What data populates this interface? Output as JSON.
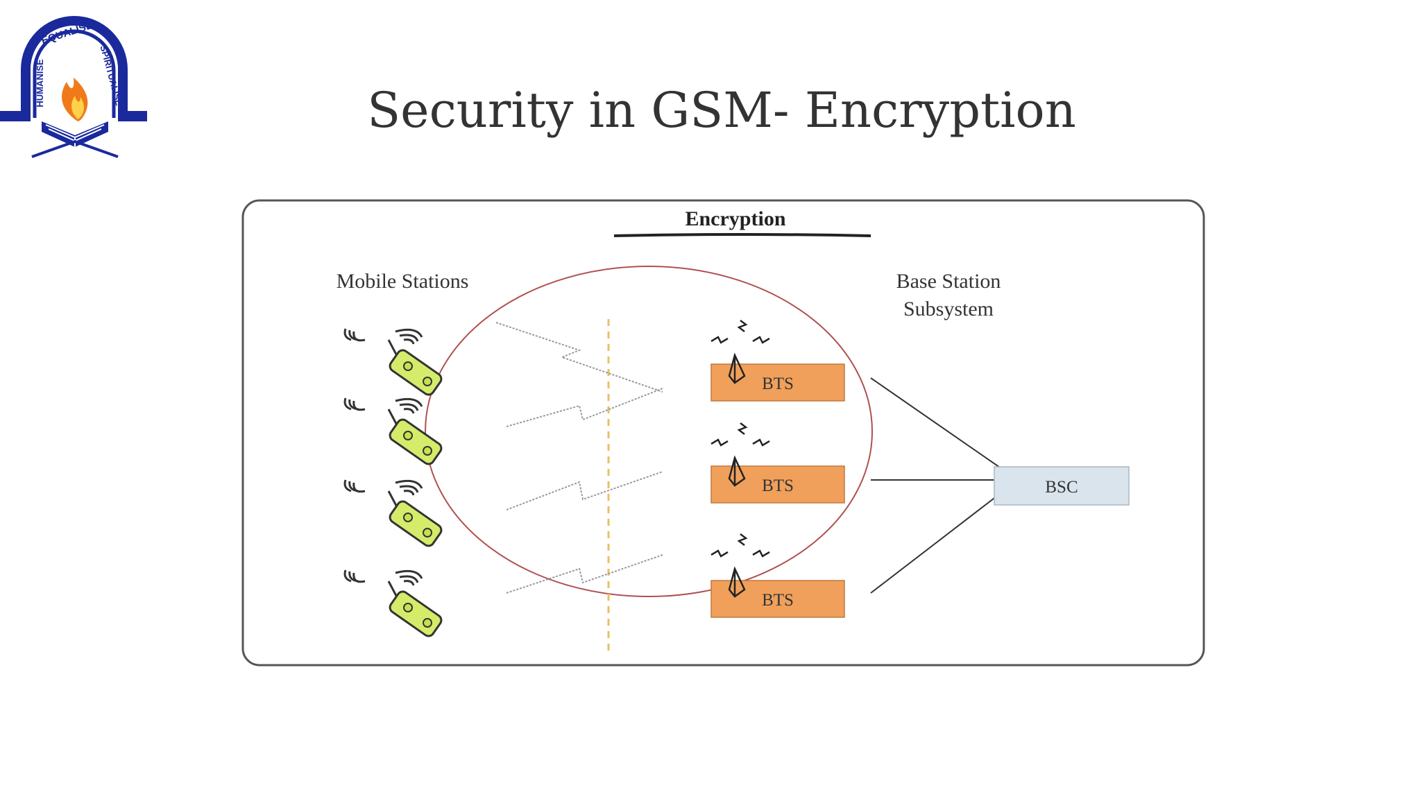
{
  "slide": {
    "title": "Security in GSM- Encryption"
  },
  "logo": {
    "icon": "college-emblem-icon",
    "text_left": "HUMANISE",
    "text_top": "EQUALISE",
    "text_right": "SPIRITUALISE"
  },
  "diagram": {
    "heading": "Encryption",
    "mobile_stations_label": "Mobile Stations",
    "bss_label_line1": "Base Station",
    "bss_label_line2": "Subsystem",
    "bts_labels": [
      "BTS",
      "BTS",
      "BTS"
    ],
    "bsc_label": "BSC",
    "colors": {
      "bts_fill": "#f0a05a",
      "bsc_fill": "#d9e4ec",
      "circle": "#b05050",
      "divider": "#e8c060",
      "frame": "#555555",
      "logo_blue": "#1a2a9c"
    }
  }
}
